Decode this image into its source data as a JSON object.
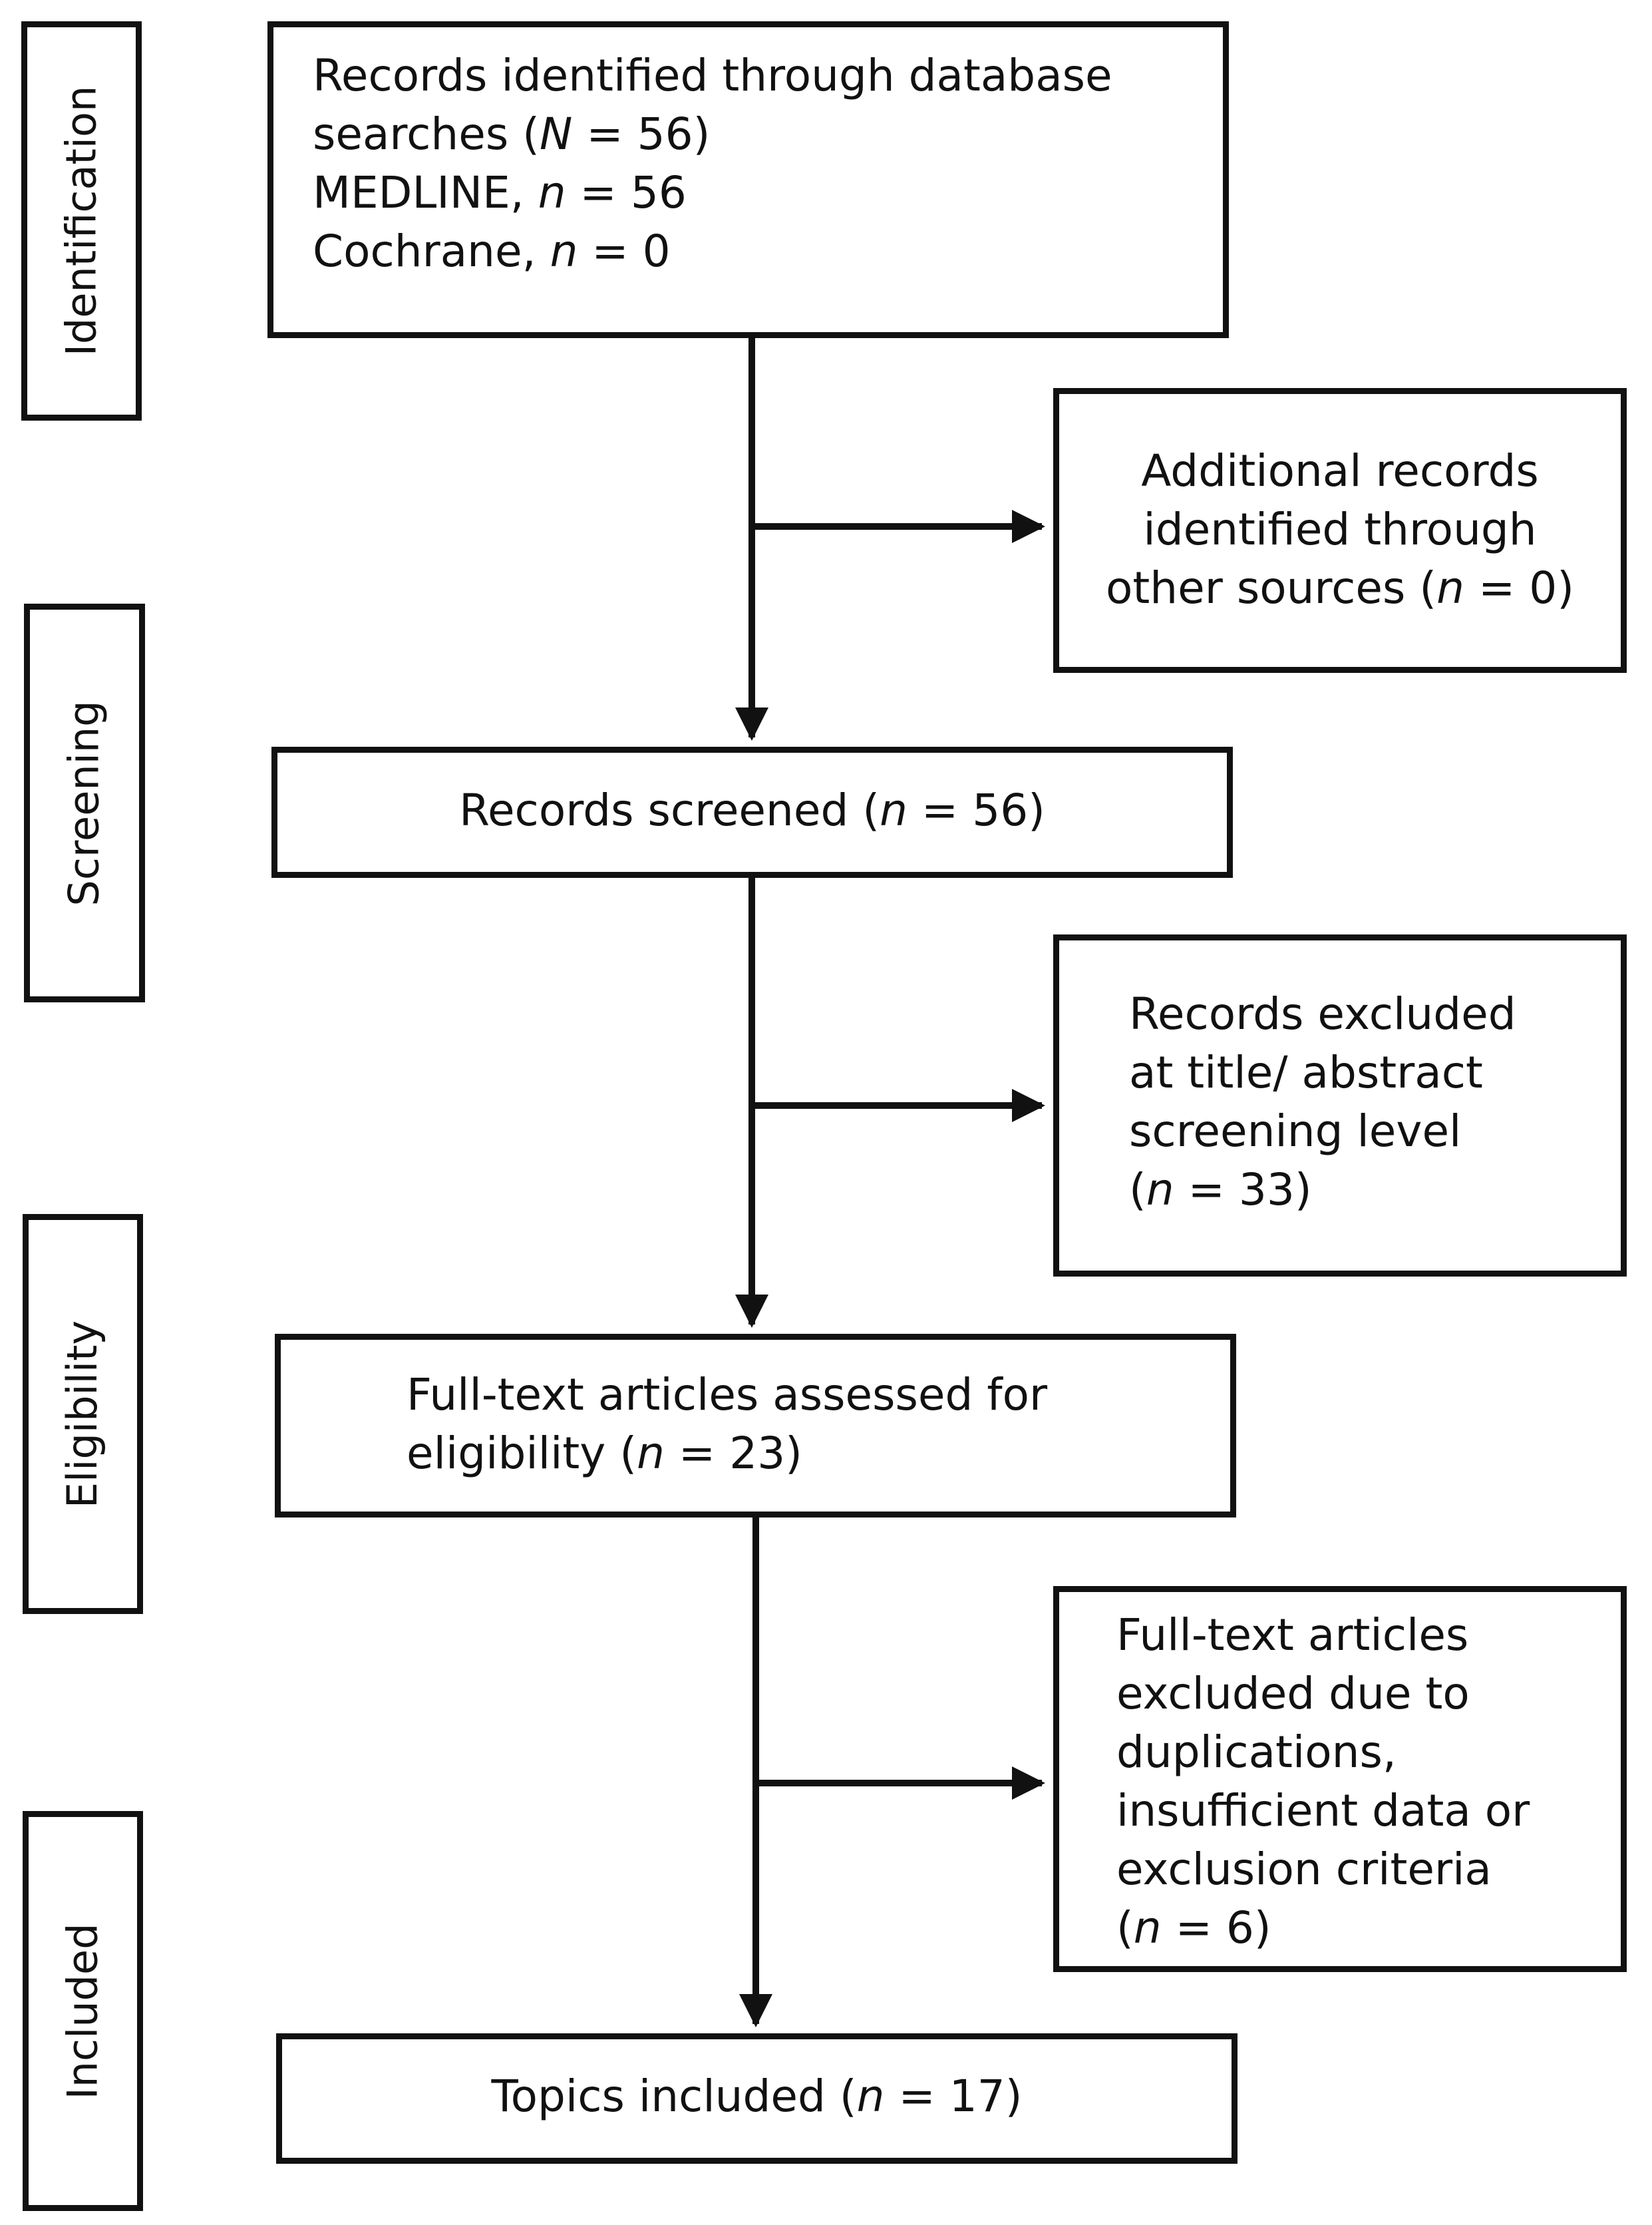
{
  "stages": {
    "identification": "Identification",
    "screening": "Screening",
    "eligibility": "Eligibility",
    "included": "Included"
  },
  "boxes": {
    "database_search": {
      "line1": "Records identified through database",
      "line2_pre": "searches (",
      "line2_var": "N",
      "line2_post": " = 56)",
      "line3_pre": "MEDLINE, ",
      "line3_var": "n",
      "line3_post": " = 56",
      "line4_pre": "Cochrane, ",
      "line4_var": "n",
      "line4_post": " = 0"
    },
    "additional_records": {
      "line1": "Additional records",
      "line2": "identified through",
      "line3_pre": "other sources (",
      "line3_var": "n",
      "line3_post": " = 0)"
    },
    "records_screened": {
      "pre": "Records screened (",
      "var": "n",
      "post": " = 56)"
    },
    "records_excluded": {
      "line1": "Records excluded",
      "line2": "at title/ abstract",
      "line3": "screening level",
      "line4_pre": "(",
      "line4_var": "n",
      "line4_post": " = 33)"
    },
    "fulltext_assessed": {
      "line1": "Full-text articles assessed for",
      "line2_pre": "eligibility (",
      "line2_var": "n",
      "line2_post": " = 23)"
    },
    "fulltext_excluded": {
      "line1": "Full-text articles",
      "line2": "excluded due to",
      "line3": "duplications,",
      "line4": "insufficient data or",
      "line5": "exclusion criteria",
      "line6_pre": "(",
      "line6_var": "n",
      "line6_post": " = 6)"
    },
    "topics_included": {
      "pre": "Topics included (",
      "var": "n",
      "post": "  = 17)"
    }
  },
  "colors": {
    "stroke": "#111111",
    "background": "#ffffff"
  }
}
